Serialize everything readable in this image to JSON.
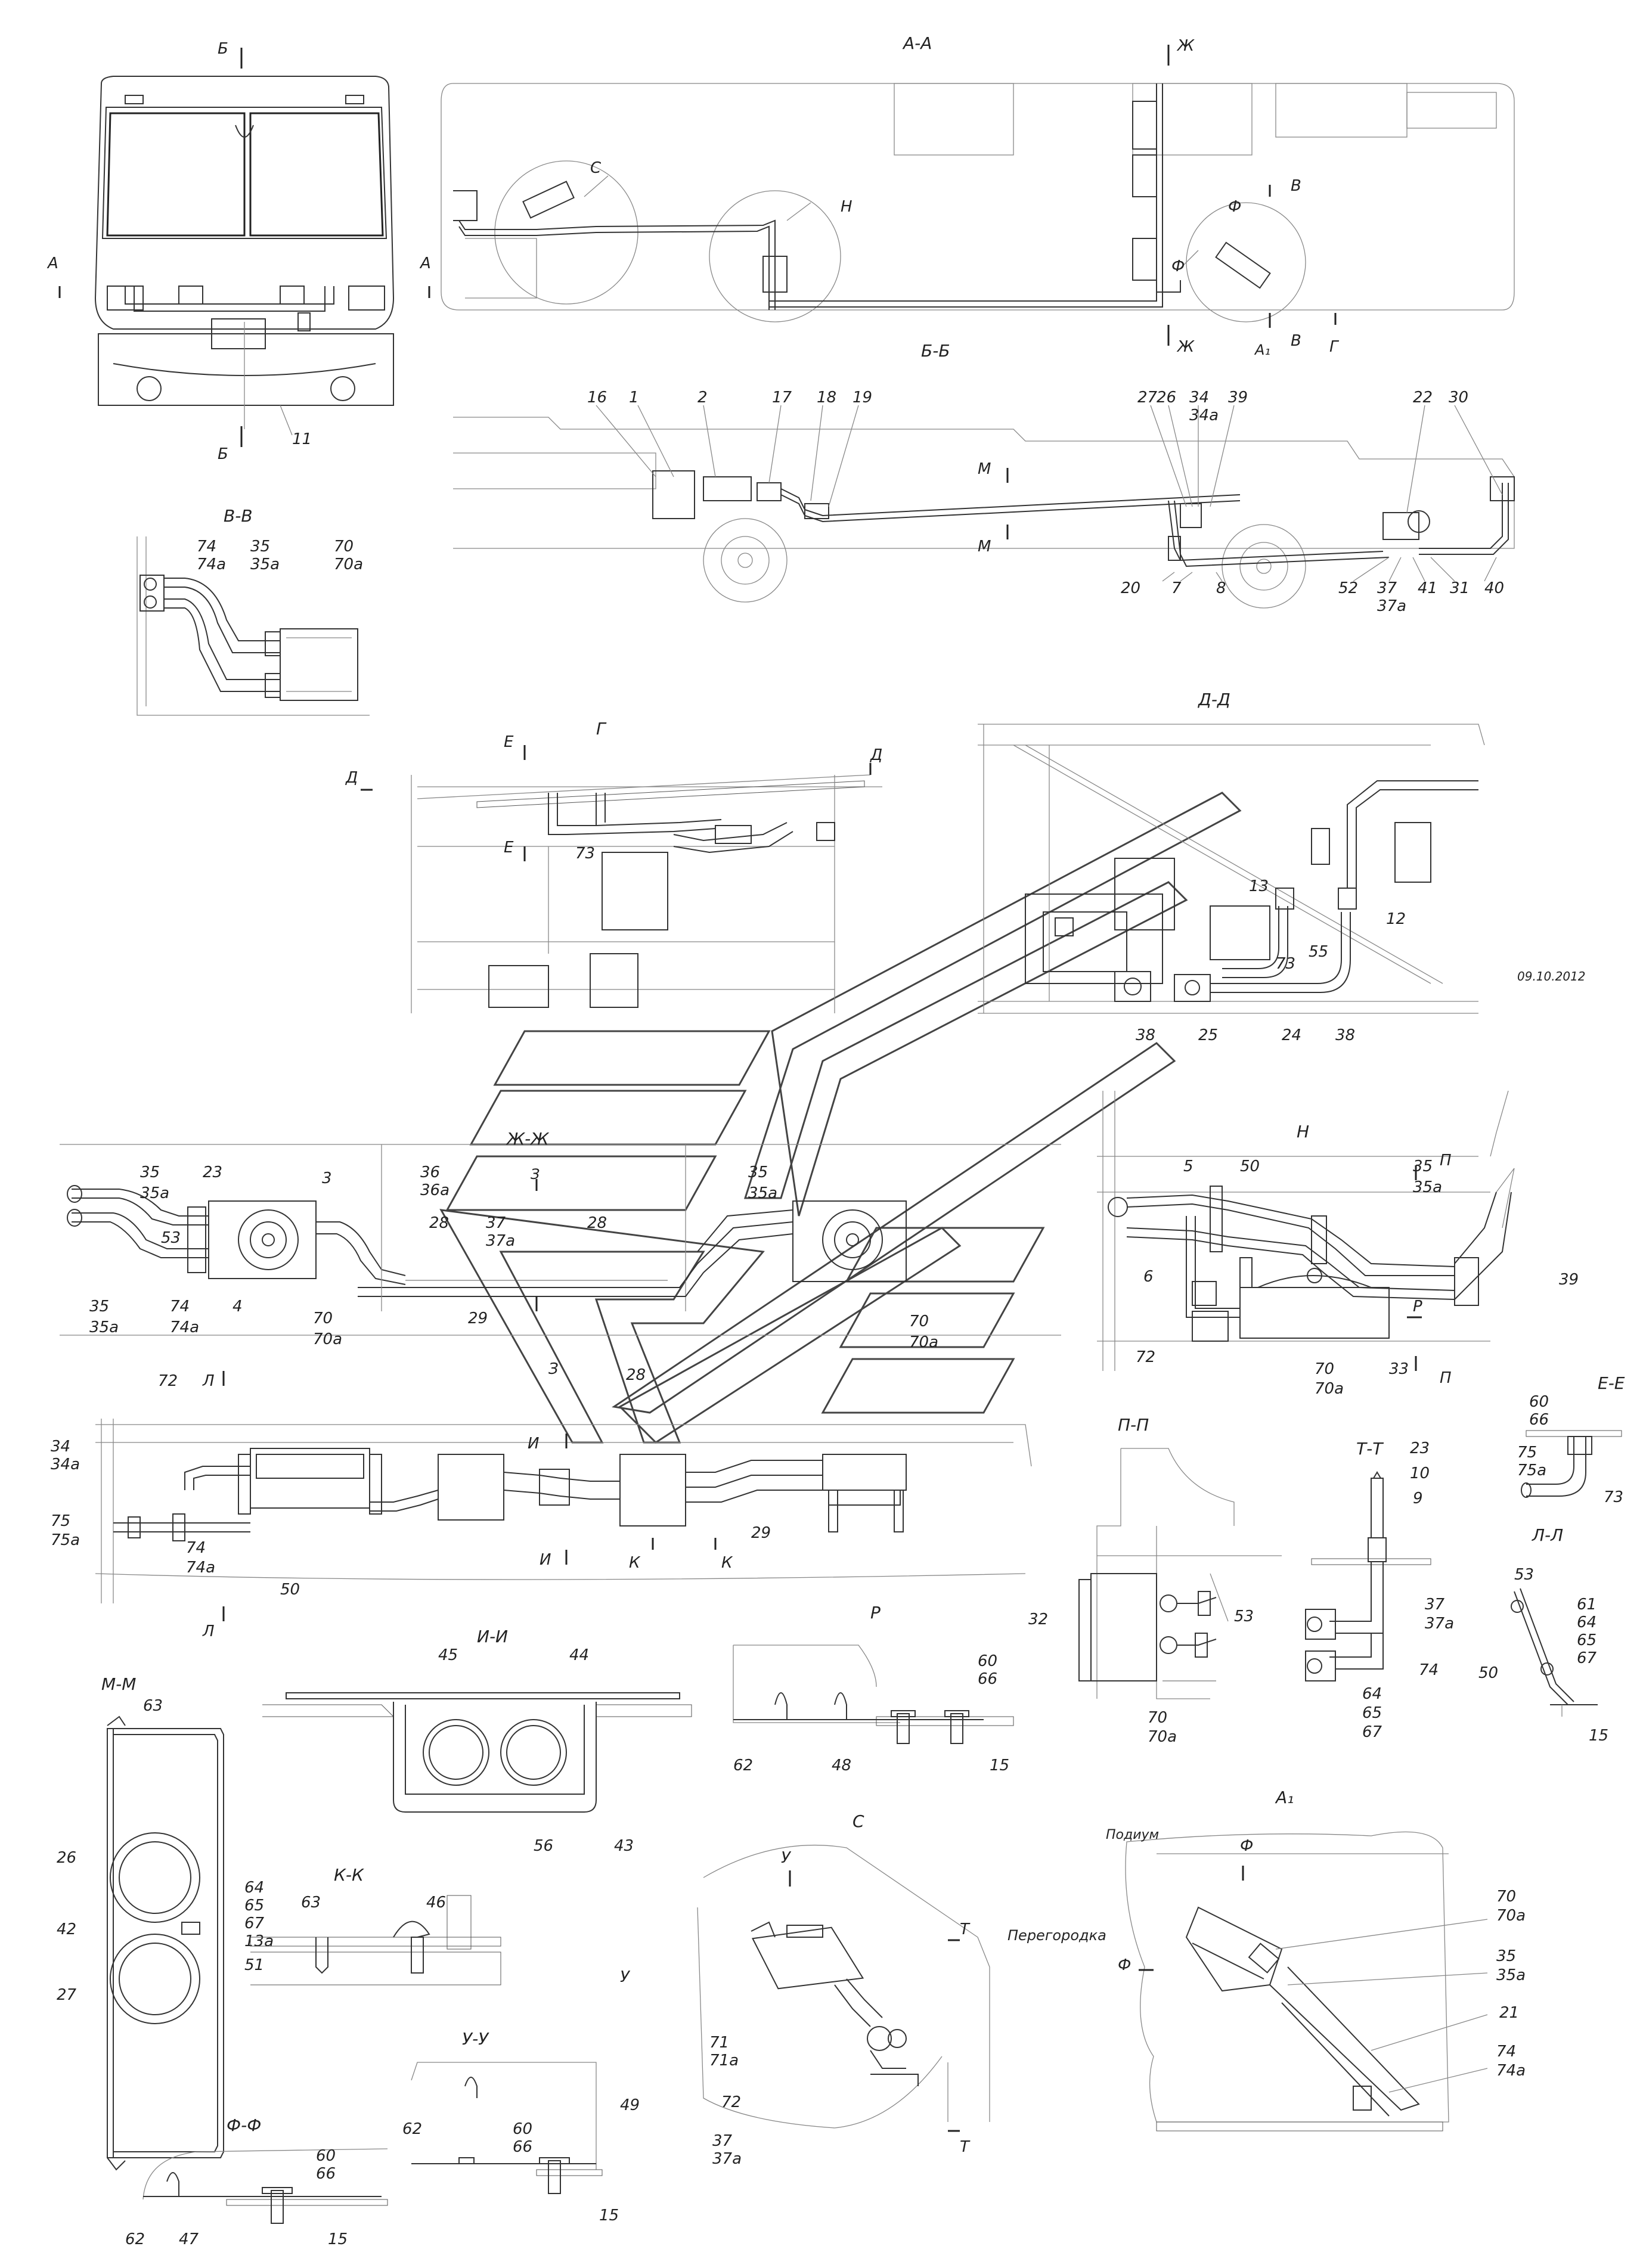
{
  "date": "09.10.2012",
  "views": {
    "front": {
      "title": "",
      "marks": [
        "Б",
        "Б",
        "А",
        "А"
      ],
      "labels": [
        "11"
      ]
    },
    "aa": {
      "title": "А-А",
      "marks": [
        "Ж",
        "Ж",
        "В",
        "В",
        "Г",
        "Ф",
        "Ф",
        "А₁"
      ],
      "labels": [
        "С",
        "Н"
      ]
    },
    "bb": {
      "title": "Б-Б",
      "marks": [
        "М",
        "М"
      ],
      "labels": [
        "16",
        "1",
        "2",
        "17",
        "18",
        "19",
        "27",
        "26",
        "34",
        "34а",
        "39",
        "22",
        "30",
        "20",
        "7",
        "8",
        "52",
        "37",
        "37а",
        "41",
        "31",
        "40"
      ]
    },
    "vv": {
      "title": "В-В",
      "labels": [
        "74",
        "74а",
        "35",
        "35а",
        "70",
        "70а"
      ]
    },
    "g": {
      "title": "Г",
      "marks": [
        "Е",
        "Е",
        "Д",
        "Д"
      ],
      "labels": [
        "73"
      ]
    },
    "dd": {
      "title": "Д-Д",
      "labels": [
        "13",
        "12",
        "73",
        "55",
        "25",
        "24",
        "38",
        "38"
      ]
    },
    "zz": {
      "title": "Ж-Ж",
      "marks": [
        "З",
        "З"
      ],
      "labels": [
        "35",
        "35а",
        "23",
        "3",
        "36",
        "36а",
        "37",
        "37а",
        "28",
        "35",
        "35а",
        "28",
        "53",
        "35",
        "35а",
        "74",
        "74а",
        "4",
        "70",
        "70а",
        "29",
        "70",
        "70а"
      ]
    },
    "n": {
      "title": "Н",
      "marks": [
        "П",
        "П",
        "Р"
      ],
      "labels": [
        "5",
        "50",
        "35",
        "35а",
        "6",
        "39",
        "72",
        "70",
        "70а",
        "33"
      ]
    },
    "l": {
      "title": "",
      "marks": [
        "Л",
        "Л",
        "И",
        "И",
        "К",
        "К"
      ],
      "labels": [
        "72",
        "34",
        "34а",
        "75",
        "75а",
        "74",
        "74а",
        "50",
        "28",
        "29"
      ]
    },
    "ee": {
      "title": "Е-Е",
      "labels": [
        "60",
        "66",
        "75",
        "75а",
        "73"
      ]
    },
    "pp": {
      "title": "П-П",
      "labels": [
        "32",
        "53",
        "70",
        "70а"
      ]
    },
    "tt": {
      "title": "Т-Т",
      "labels": [
        "23",
        "10",
        "9",
        "37",
        "37а",
        "74",
        "64",
        "65",
        "67"
      ]
    },
    "ll": {
      "title": "Л-Л",
      "labels": [
        "53",
        "50",
        "61",
        "64",
        "65",
        "67",
        "15"
      ]
    },
    "r": {
      "title": "Р",
      "labels": [
        "60",
        "66",
        "62",
        "48",
        "15"
      ]
    },
    "ii": {
      "title": "И-И",
      "labels": [
        "45",
        "44",
        "56",
        "43"
      ]
    },
    "mm": {
      "title": "М-М",
      "labels": [
        "63",
        "26",
        "42",
        "27",
        "64",
        "65",
        "67",
        "13а",
        "51"
      ]
    },
    "kk": {
      "title": "К-К",
      "labels": [
        "63",
        "46"
      ]
    },
    "s": {
      "title": "С",
      "marks": [
        "У",
        "У",
        "Т",
        "Т"
      ],
      "note": "Перегородка",
      "labels": [
        "71",
        "71а",
        "72",
        "37",
        "37а"
      ]
    },
    "a1": {
      "title": "А₁",
      "marks": [
        "Ф",
        "Ф"
      ],
      "note": "Подиум",
      "labels": [
        "70",
        "70а",
        "35",
        "35а",
        "21",
        "74",
        "74а"
      ]
    },
    "ff": {
      "title": "Ф-Ф",
      "labels": [
        "60",
        "66",
        "62",
        "47",
        "15"
      ]
    },
    "uu": {
      "title": "У-У",
      "labels": [
        "49",
        "62",
        "60",
        "66",
        "15"
      ]
    }
  }
}
